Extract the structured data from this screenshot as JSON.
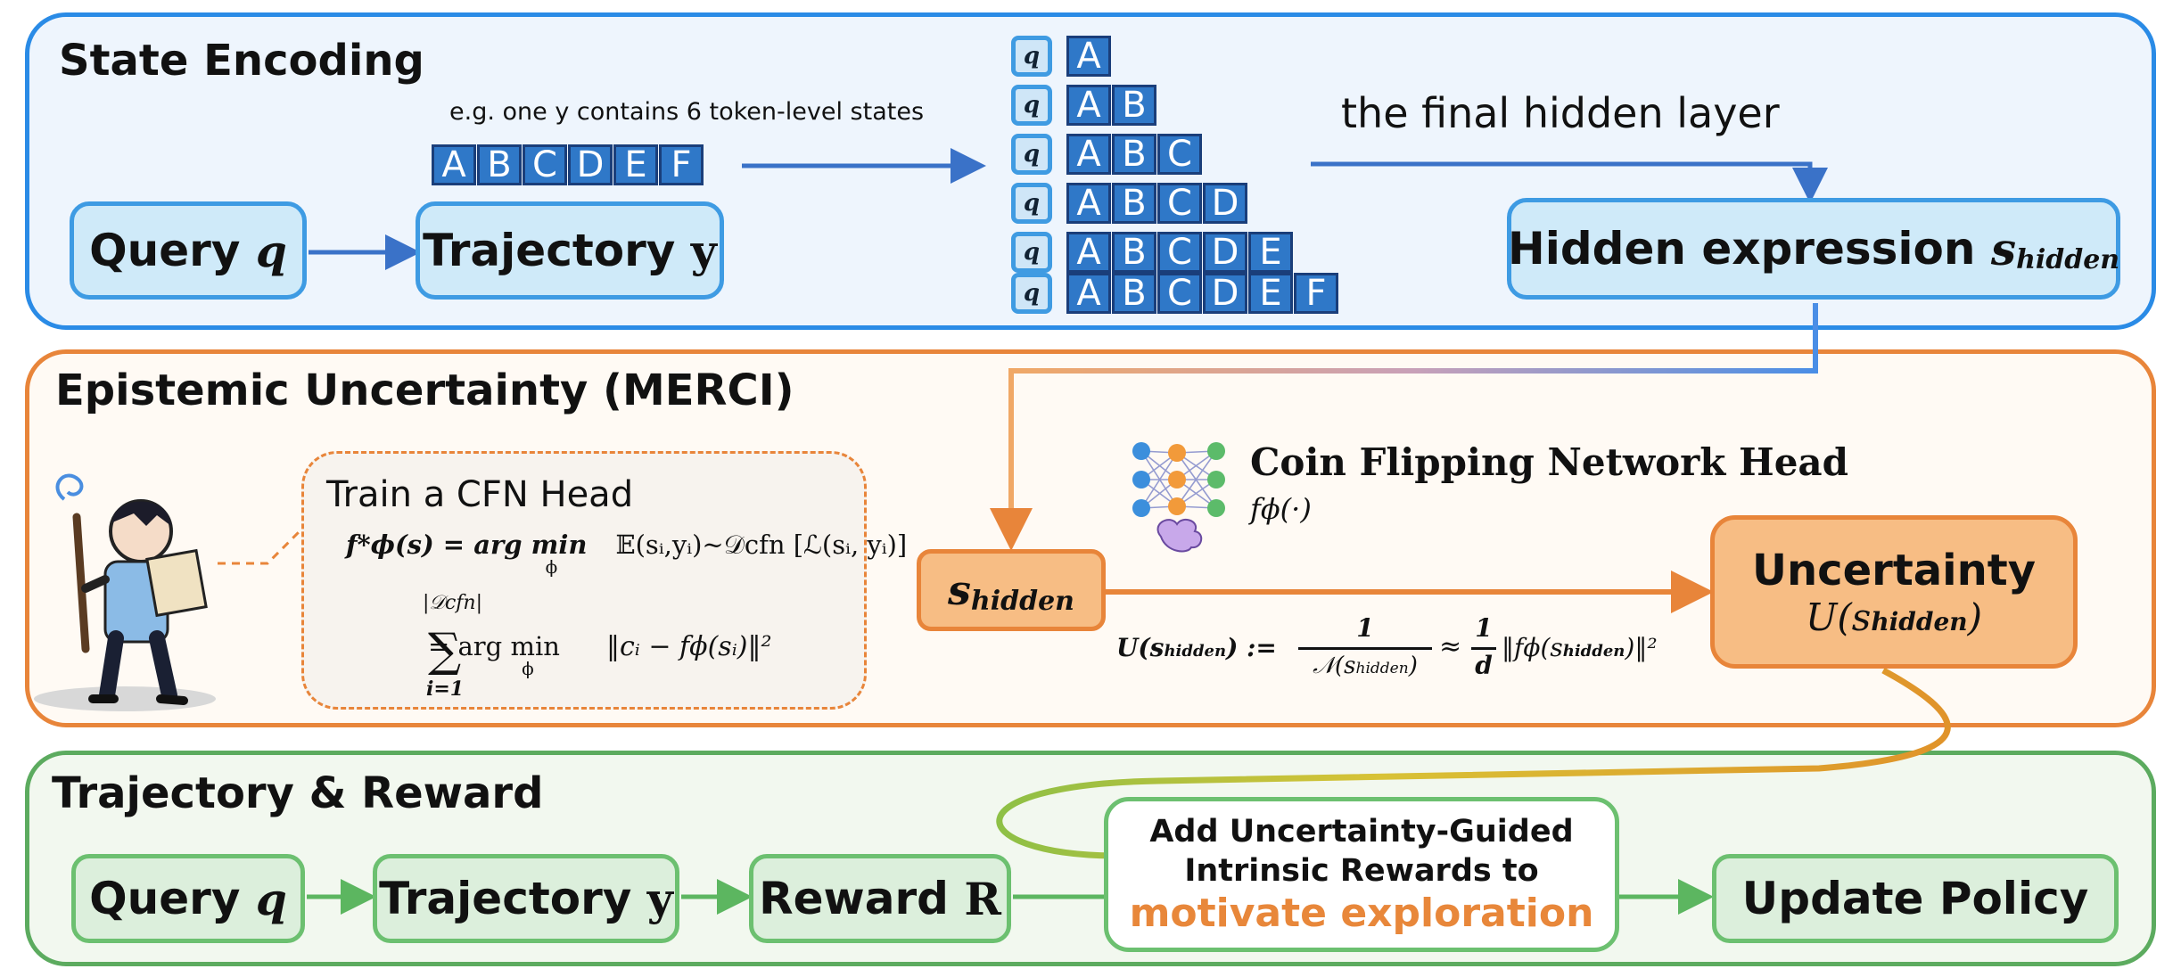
{
  "sections": {
    "state_encoding": "State Encoding",
    "uncertainty": "Epistemic Uncertainty (MERCI)",
    "reward": "Trajectory & Reward"
  },
  "state_encoding": {
    "example_note": "e.g. one y contains 6 token-level states",
    "tokens": [
      "A",
      "B",
      "C",
      "D",
      "E",
      "F"
    ],
    "query_label": "Query",
    "query_symbol": "q",
    "trajectory_label": "Trajectory",
    "trajectory_symbol": "y",
    "prefix_query_symbol": "q",
    "final_layer_label": "the final hidden layer",
    "hidden_label": "Hidden expression",
    "hidden_symbol": "s",
    "hidden_subscript": "hidden"
  },
  "uncertainty": {
    "train_title": "Train a CFN Head",
    "eq1_lhs": "f*ϕ(s) = arg min",
    "eq1_sub": "ϕ",
    "eq1_rhs": "𝔼(sᵢ,yᵢ)~𝒟cfn [ℒ(sᵢ, yᵢ)]",
    "eq2_lhs": "= arg min",
    "eq2_sub": "ϕ",
    "eq2_sum_top": "|𝒟cfn|",
    "eq2_sum_bottom": "i=1",
    "eq2_rhs": "‖cᵢ − fϕ(sᵢ)‖²",
    "network_title": "Coin Flipping Network Head",
    "network_fn": "fϕ(·)",
    "s_hidden_symbol": "s",
    "s_hidden_subscript": "hidden",
    "u_lhs": "U(s",
    "u_lhs_sub": "hidden",
    "u_def": ") :=",
    "u_frac1_num": "1",
    "u_frac1_den": "𝒩(s",
    "u_frac1_den_sub": "hidden",
    "u_approx": "≈",
    "u_frac2_num": "1",
    "u_frac2_den": "d",
    "u_norm": "‖fϕ(s",
    "u_norm_sub": "hidden",
    "u_norm_end": ")‖²",
    "uncertainty_label": "Uncertainty",
    "uncertainty_symbol": "U(s",
    "uncertainty_sub": "hidden",
    "uncertainty_end": ")"
  },
  "reward": {
    "query_label": "Query",
    "query_symbol": "q",
    "trajectory_label": "Trajectory",
    "trajectory_symbol": "y",
    "reward_label": "Reward",
    "reward_symbol": "R",
    "intrinsic_line1": "Add Uncertainty-Guided",
    "intrinsic_line2": "Intrinsic Rewards to",
    "intrinsic_highlight": "motivate exploration",
    "update_label": "Update Policy"
  },
  "colors": {
    "blue_border": "#2a8be6",
    "orange_border": "#e8853a",
    "green_border": "#5cab5f",
    "token_fill": "#2f78c8",
    "highlight_orange": "#e8873a",
    "arrow_blue": "#3a72c8"
  },
  "icons": [
    "explorer-character-icon",
    "neural-network-icon",
    "brain-icon"
  ]
}
